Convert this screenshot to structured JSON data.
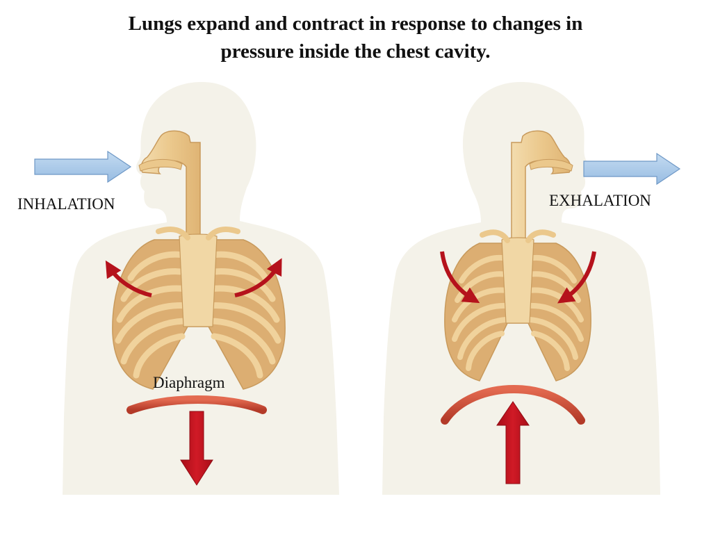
{
  "title": {
    "line1": "Lungs expand and contract in response to changes in",
    "line2": "pressure inside the chest cavity."
  },
  "labels": {
    "inhalation": "INHALATION",
    "exhalation": "EXHALATION",
    "diaphragm": "Diaphragm"
  },
  "colors": {
    "body_silhouette": "#f4f2e9",
    "bone": "#eccf98",
    "bone_shadow": "#d3a86a",
    "lung_interior": "#dcae72",
    "air_arrow": "#a8c6e5",
    "motion_arrow": "#c0141f",
    "diaphragm": "#c94a34"
  }
}
